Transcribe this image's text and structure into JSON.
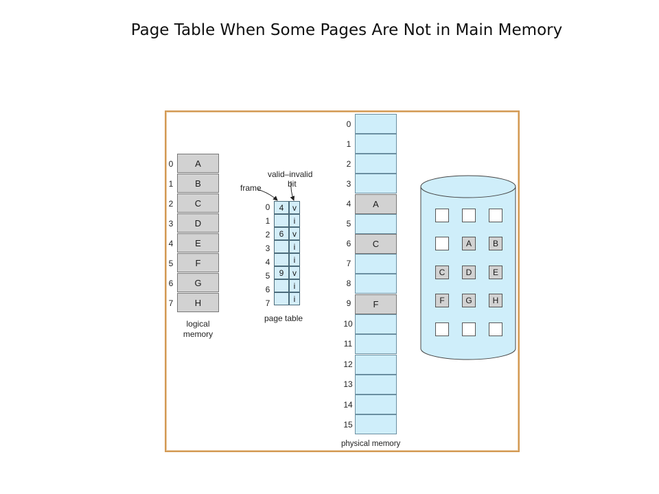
{
  "title": "Page Table When Some Pages Are Not in Main Memory",
  "logical_memory": {
    "label_line1": "logical",
    "label_line2": "memory",
    "indices": [
      "0",
      "1",
      "2",
      "3",
      "4",
      "5",
      "6",
      "7"
    ],
    "pages": [
      "A",
      "B",
      "C",
      "D",
      "E",
      "F",
      "G",
      "H"
    ]
  },
  "page_table": {
    "label": "page table",
    "frame_label": "frame",
    "valid_invalid_line1": "valid–invalid",
    "valid_invalid_line2": "bit",
    "indices": [
      "0",
      "1",
      "2",
      "3",
      "4",
      "5",
      "6",
      "7"
    ],
    "frames": [
      "4",
      "",
      "6",
      "",
      "",
      "9",
      "",
      ""
    ],
    "bits": [
      "v",
      "i",
      "v",
      "i",
      "i",
      "v",
      "i",
      "i"
    ]
  },
  "physical_memory": {
    "label": "physical memory",
    "indices": [
      "0",
      "1",
      "2",
      "3",
      "4",
      "5",
      "6",
      "7",
      "8",
      "9",
      "10",
      "11",
      "12",
      "13",
      "14",
      "15"
    ],
    "contents": [
      "",
      "",
      "",
      "",
      "A",
      "",
      "C",
      "",
      "",
      "F",
      "",
      "",
      "",
      "",
      "",
      ""
    ]
  },
  "disk": {
    "rows": [
      [
        "",
        "",
        ""
      ],
      [
        "",
        "A",
        "B"
      ],
      [
        "C",
        "D",
        "E"
      ],
      [
        "F",
        "G",
        "H"
      ],
      [
        "",
        "",
        ""
      ]
    ]
  },
  "colors": {
    "frame_border": "#d39a55",
    "memory_fill": "#cfeefa",
    "page_fill": "#d2d2d2",
    "disk_fill": "#cfeefa"
  }
}
